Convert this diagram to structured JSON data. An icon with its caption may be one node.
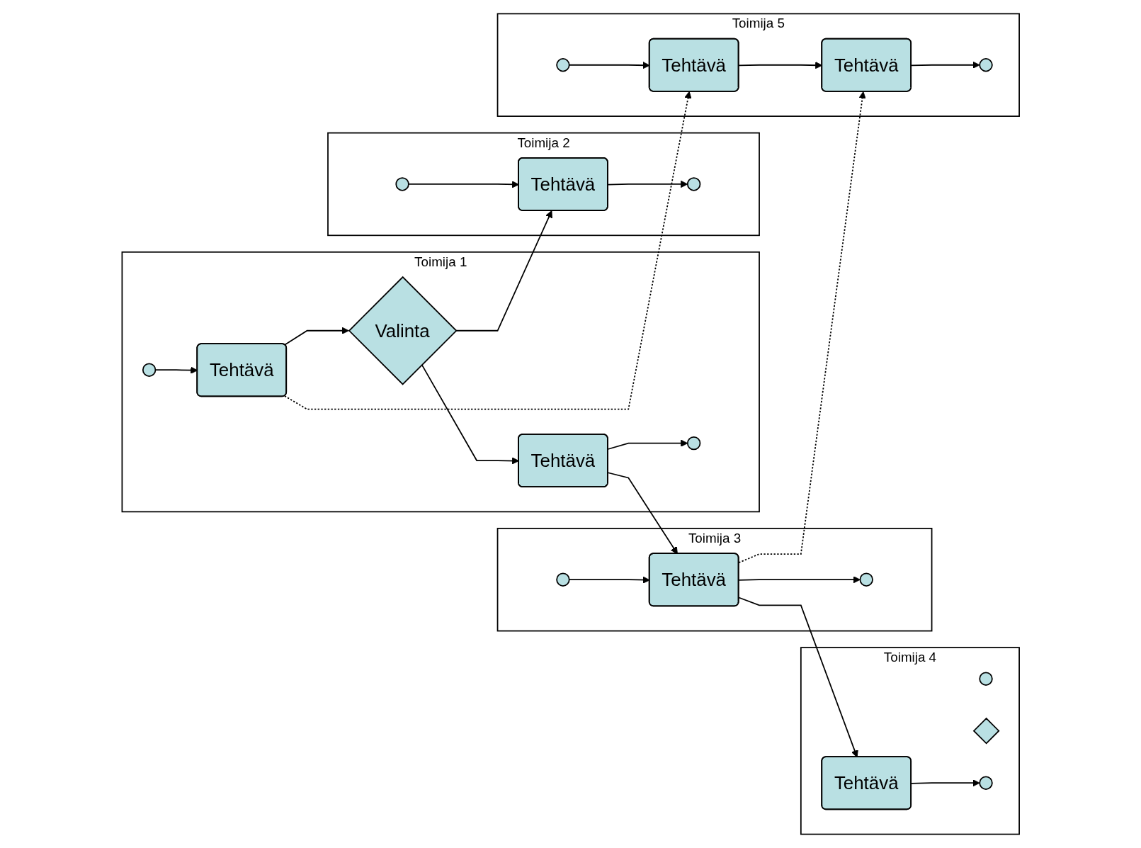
{
  "diagram": {
    "nodes": [
      {
        "text": [
          "Toimija 1"
        ]
      },
      {
        "text": [],
        "shape": "circle",
        "in": 0
      },
      {
        "text": [
          "Tehtävä"
        ],
        "in": 0
      },
      {
        "text": [
          "Valinta"
        ],
        "in": 0
      },
      {
        "text": [
          "Tehtävä"
        ],
        "in": 0
      },
      {
        "text": [],
        "shape": "circle",
        "in": 0
      },
      {
        "text": [
          "Toimija 2"
        ]
      },
      {
        "text": [],
        "shape": "circle",
        "in": 6
      },
      {
        "text": [
          "Tehtävä"
        ],
        "in": 6
      },
      {
        "text": [],
        "shape": "circle",
        "in": 6
      },
      {
        "text": [
          "Toimija 3"
        ]
      },
      {
        "text": [],
        "shape": "circle",
        "in": 10
      },
      {
        "text": [
          "Tehtävä"
        ],
        "in": 10
      },
      {
        "text": [],
        "shape": "circle",
        "in": 10
      },
      {
        "text": [
          "Toimija 4"
        ]
      },
      {
        "text": [],
        "shape": "circle",
        "in": 14
      },
      {
        "text": [],
        "shape": "diamond",
        "in": 14
      },
      {
        "text": [
          "Tehtävä"
        ],
        "in": 14
      },
      {
        "text": [],
        "shape": "circle",
        "in": 14
      },
      {
        "text": [
          "Toimija 5"
        ]
      },
      {
        "text": [],
        "shape": "circle",
        "in": 19
      },
      {
        "text": [
          "Tehtävä"
        ],
        "in": 19
      },
      {
        "text": [
          "Tehtävä"
        ],
        "in": 19
      },
      {
        "text": [],
        "shape": "circle",
        "in": 19
      }
    ],
    "edges": [
      {
        "from": 1,
        "to": 2,
        "arrow": "to"
      },
      {
        "from": 2,
        "to": 3,
        "arrow": "to"
      },
      {
        "from": 3,
        "to": 4,
        "arrow": "to"
      },
      {
        "from": 4,
        "to": 5,
        "arrow": "to"
      },
      {
        "from": 4,
        "to": 12,
        "arrow": "to"
      },
      {
        "from": 3,
        "to": 8,
        "arrow": "to"
      },
      {
        "from": 7,
        "to": 8,
        "arrow": "to"
      },
      {
        "from": 8,
        "to": 9,
        "arrow": "to"
      },
      {
        "from": 11,
        "to": 12,
        "arrow": "to"
      },
      {
        "from": 12,
        "to": 13,
        "arrow": "to"
      },
      {
        "from": 12,
        "to": 17,
        "arrow": "to"
      },
      {
        "from": 17,
        "to": 18,
        "arrow": "to"
      },
      {
        "from": 12,
        "to": 22,
        "arrow": "to",
        "style": "dashed"
      },
      {
        "from": 2,
        "to": 21,
        "arrow": "to",
        "style": "dashed"
      },
      {
        "from": 20,
        "to": 21,
        "arrow": "to"
      },
      {
        "from": 21,
        "to": 22,
        "arrow": "to"
      },
      {
        "from": 22,
        "to": 23,
        "arrow": "to"
      }
    ]
  }
}
